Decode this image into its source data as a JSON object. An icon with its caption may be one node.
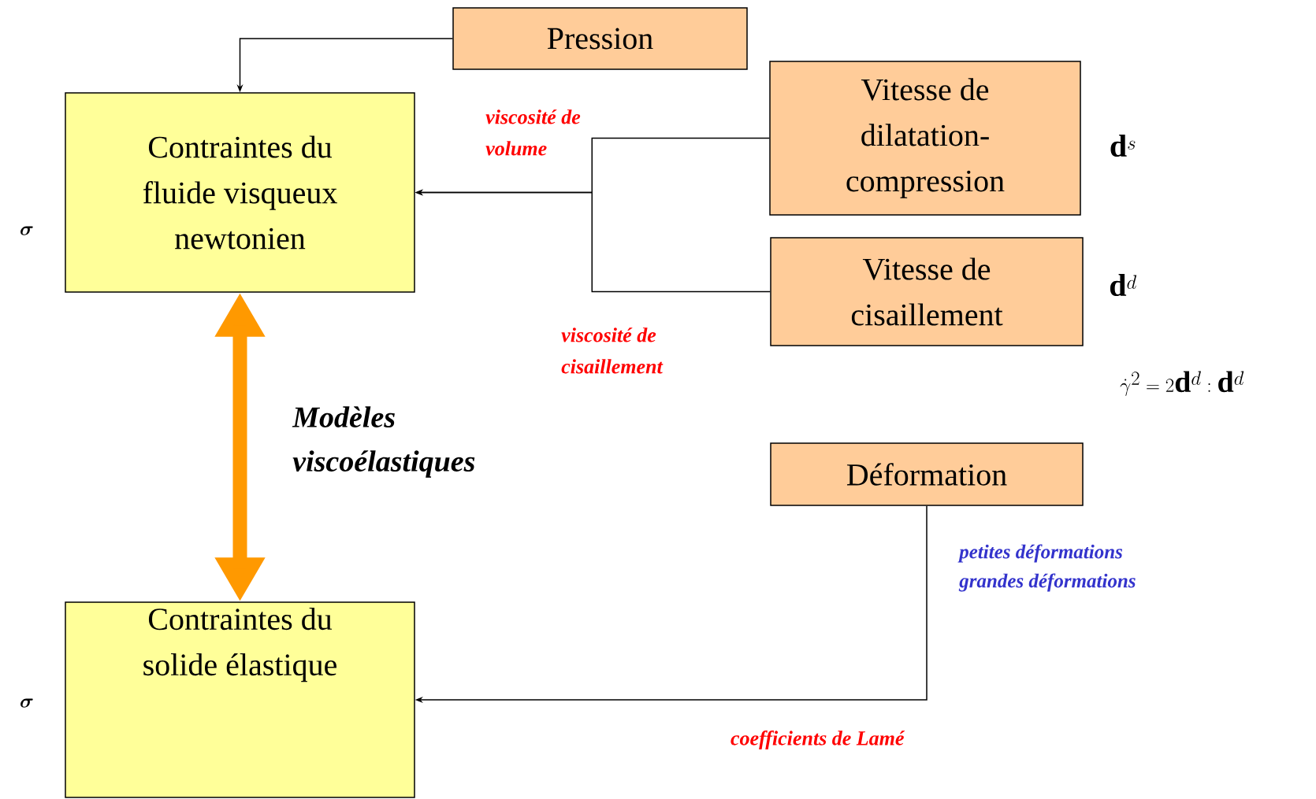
{
  "diagram": {
    "nodes": [
      {
        "text": [
          "Pression"
        ]
      },
      {
        "text": [
          "Contraintes du fluide visqueux newtonien"
        ]
      },
      {
        "text": [
          "Vitesse de dilatation-compression"
        ],
        "beside": [
          "\\mathbf{d}^s"
        ]
      },
      {
        "text": [
          "Vitesse de cisaillement"
        ],
        "beside": [
          "\\mathbf{d}^d"
        ]
      },
      {
        "text": [
          "Déformation"
        ]
      },
      {
        "text": [
          "Contraintes du solide élastique"
        ]
      }
    ],
    "edges": [
      {
        "from": 0,
        "to": 1,
        "arrow": "to"
      },
      {
        "from": 2,
        "to": 1,
        "arrow": "to",
        "label": "viscosité de volume"
      },
      {
        "from": 3,
        "to": 1,
        "arrow": "to",
        "label": "viscosité de cisaillement"
      },
      {
        "from": 1,
        "to": 5,
        "arrow": "both",
        "style": "thick",
        "color": "#ff9900",
        "label": "Modèles viscoélastiques"
      },
      {
        "from": 4,
        "to": 5,
        "arrow": "to",
        "label": "coefficients de Lamé"
      }
    ],
    "labels": [
      "\\boldsymbol{\\sigma}",
      "\\dot{\\gamma}^2 = 2\\mathbf{d}^d : \\mathbf{d}^d",
      "petites déformations",
      "grandes déformations",
      "\\boldsymbol{\\sigma}"
    ]
  }
}
